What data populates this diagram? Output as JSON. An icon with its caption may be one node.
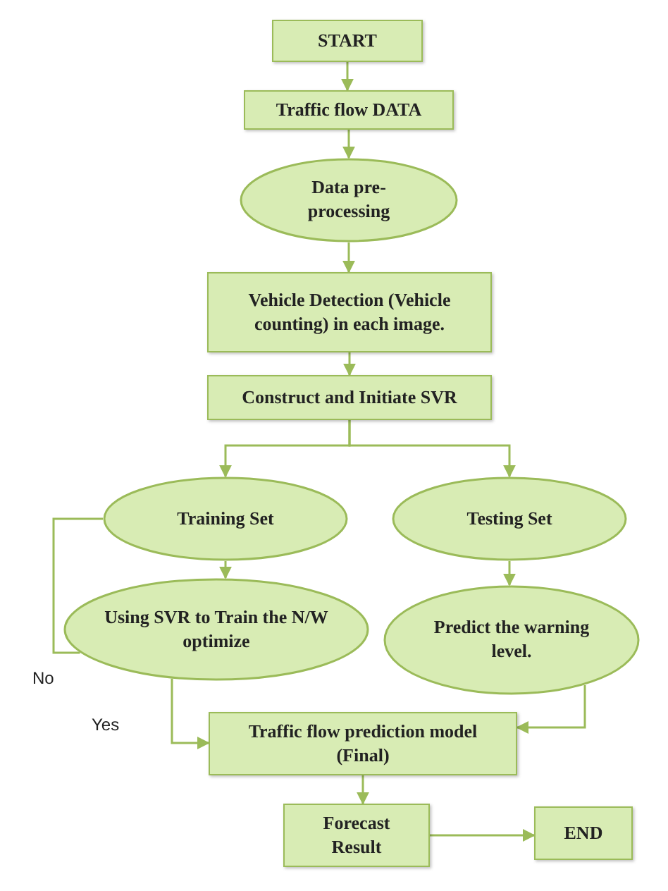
{
  "diagram": {
    "nodes": [
      {
        "text": [
          "START"
        ]
      },
      {
        "text": [
          "Traffic flow DATA"
        ]
      },
      {
        "text": [
          "Data pre-processing"
        ]
      },
      {
        "text": [
          "Vehicle Detection (Vehicle counting) in each image."
        ]
      },
      {
        "text": [
          "Construct and Initiate SVR"
        ]
      },
      {
        "text": [
          "Training Set"
        ]
      },
      {
        "text": [
          "Testing Set"
        ]
      },
      {
        "text": [
          "Using SVR to Train the N/W optimize"
        ]
      },
      {
        "text": [
          "Predict the warning level."
        ]
      },
      {
        "text": [
          "Traffic flow prediction model (Final)"
        ]
      },
      {
        "text": [
          "Forecast Result"
        ]
      },
      {
        "text": [
          "END"
        ]
      }
    ],
    "edges": [
      {
        "from": 0,
        "to": 1,
        "arrow": "to"
      },
      {
        "from": 1,
        "to": 2,
        "arrow": "to"
      },
      {
        "from": 2,
        "to": 3,
        "arrow": "to"
      },
      {
        "from": 3,
        "to": 4,
        "arrow": "to"
      },
      {
        "from": 4,
        "to": 5,
        "arrow": "to"
      },
      {
        "from": 4,
        "to": 6,
        "arrow": "to"
      },
      {
        "from": 5,
        "to": 7,
        "arrow": "to"
      },
      {
        "from": 6,
        "to": 8,
        "arrow": "to"
      },
      {
        "from": 7,
        "to": 9,
        "arrow": "to",
        "label": "Yes"
      },
      {
        "from": 8,
        "to": 9,
        "arrow": "to"
      },
      {
        "from": 9,
        "to": 10,
        "arrow": "to"
      },
      {
        "from": 10,
        "to": 11,
        "arrow": "to"
      },
      {
        "from": 7,
        "to": 5,
        "arrow": "none",
        "label": "No"
      }
    ]
  }
}
